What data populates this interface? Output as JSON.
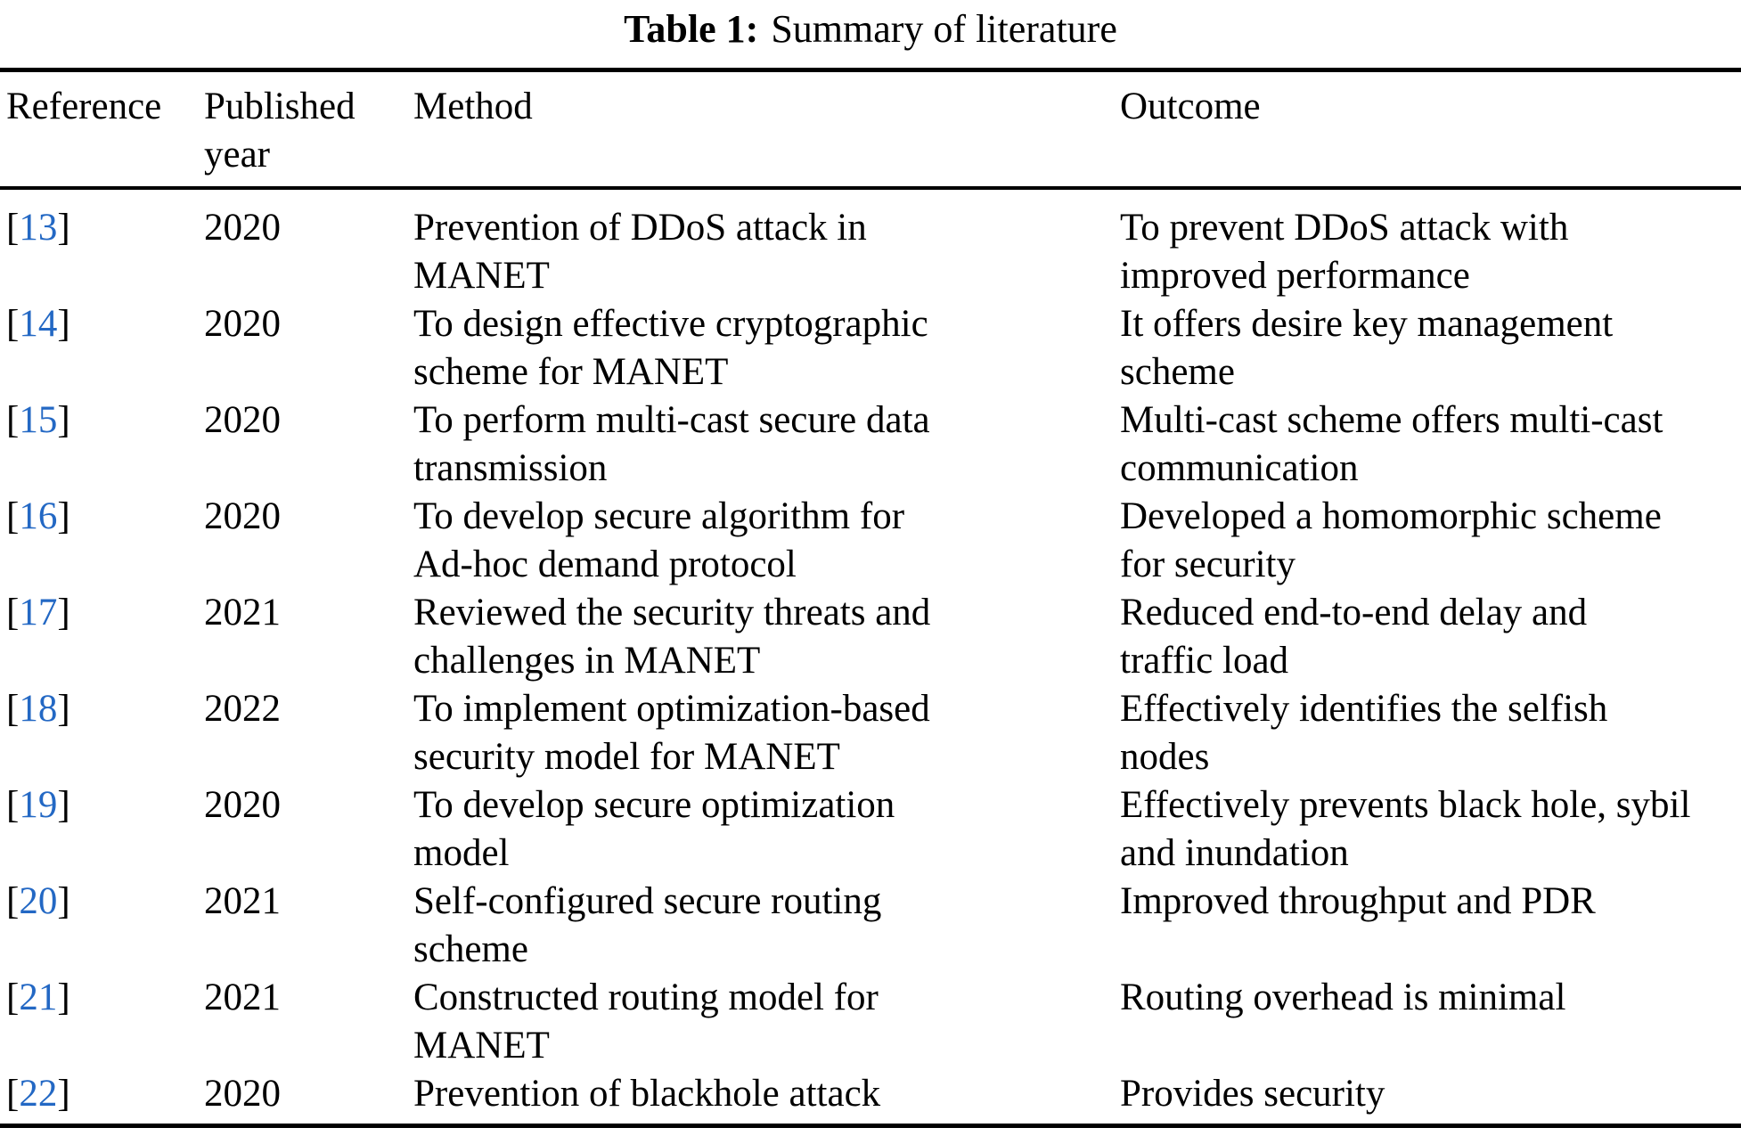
{
  "caption": {
    "label": "Table 1:",
    "title": "Summary of literature"
  },
  "colors": {
    "citation_blue": "#2368c4",
    "text_black": "#000000",
    "rule_black": "#000000",
    "page_background": "#ffffff"
  },
  "table": {
    "citation_bracket_open": "[",
    "citation_bracket_close": "]",
    "headers": [
      {
        "label": "Reference"
      },
      {
        "label": "Published\nyear"
      },
      {
        "label": "Method"
      },
      {
        "label": "Outcome"
      }
    ],
    "rows": [
      {
        "ref": "13",
        "year": "2020",
        "method": "Prevention of DDoS attack in\nMANET",
        "outcome": "To prevent DDoS attack with\nimproved performance"
      },
      {
        "ref": "14",
        "year": "2020",
        "method": "To design effective cryptographic\nscheme for MANET",
        "outcome": "It offers desire key management\nscheme"
      },
      {
        "ref": "15",
        "year": "2020",
        "method": "To perform multi-cast secure data\ntransmission",
        "outcome": "Multi-cast scheme offers multi-cast\ncommunication"
      },
      {
        "ref": "16",
        "year": "2020",
        "method": "To develop secure algorithm for\nAd-hoc demand protocol",
        "outcome": "Developed a homomorphic scheme\nfor security"
      },
      {
        "ref": "17",
        "year": "2021",
        "method": "Reviewed the security threats and\nchallenges in MANET",
        "outcome": "Reduced end-to-end delay and\ntraffic load"
      },
      {
        "ref": "18",
        "year": "2022",
        "method": "To implement optimization-based\nsecurity model for MANET",
        "outcome": "Effectively identifies the selfish\nnodes"
      },
      {
        "ref": "19",
        "year": "2020",
        "method": "To develop secure optimization\nmodel",
        "outcome": "Effectively prevents black hole, sybil\nand inundation"
      },
      {
        "ref": "20",
        "year": "2021",
        "method": "Self-configured secure routing\nscheme",
        "outcome": "Improved throughput and PDR"
      },
      {
        "ref": "21",
        "year": "2021",
        "method": "Constructed routing model for\nMANET",
        "outcome": "Routing overhead is minimal"
      },
      {
        "ref": "22",
        "year": "2020",
        "method": "Prevention of blackhole attack",
        "outcome": "Provides security"
      }
    ]
  }
}
